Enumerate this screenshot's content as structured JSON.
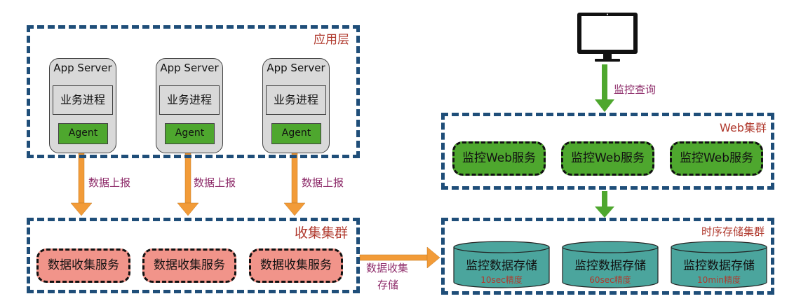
{
  "colors": {
    "group_border": "#1f4e79",
    "group_title": "#b03a2e",
    "app_server_fill": "#d9d9d9",
    "agent_fill": "#4ea72e",
    "collect_service_fill": "#f1948a",
    "web_service_fill": "#4ea72e",
    "storage_fill": "#4ba59d",
    "orange_arrow": "#f29b38",
    "green_arrow": "#4ea72e",
    "arrow_label": "#8e2c6a"
  },
  "app_layer": {
    "title": "应用层",
    "servers": [
      {
        "title": "App Server",
        "process": "业务进程",
        "agent": "Agent"
      },
      {
        "title": "App Server",
        "process": "业务进程",
        "agent": "Agent"
      },
      {
        "title": "App Server",
        "process": "业务进程",
        "agent": "Agent"
      }
    ]
  },
  "report_arrows": [
    "数据上报",
    "数据上报",
    "数据上报"
  ],
  "collect_cluster": {
    "title": "收集集群",
    "services": [
      "数据收集服务",
      "数据收集服务",
      "数据收集服务"
    ]
  },
  "collect_to_storage_label": [
    "数据收集",
    "存储"
  ],
  "monitor": {
    "query_label": "监控查询"
  },
  "web_cluster": {
    "title": "Web集群",
    "services": [
      "监控Web服务",
      "监控Web服务",
      "监控Web服务"
    ]
  },
  "storage_cluster": {
    "title": "时序存储集群",
    "stores": [
      {
        "name": "监控数据存储",
        "precision": "10sec精度"
      },
      {
        "name": "监控数据存储",
        "precision": "60sec精度"
      },
      {
        "name": "监控数据存储",
        "precision": "10min精度"
      }
    ]
  }
}
